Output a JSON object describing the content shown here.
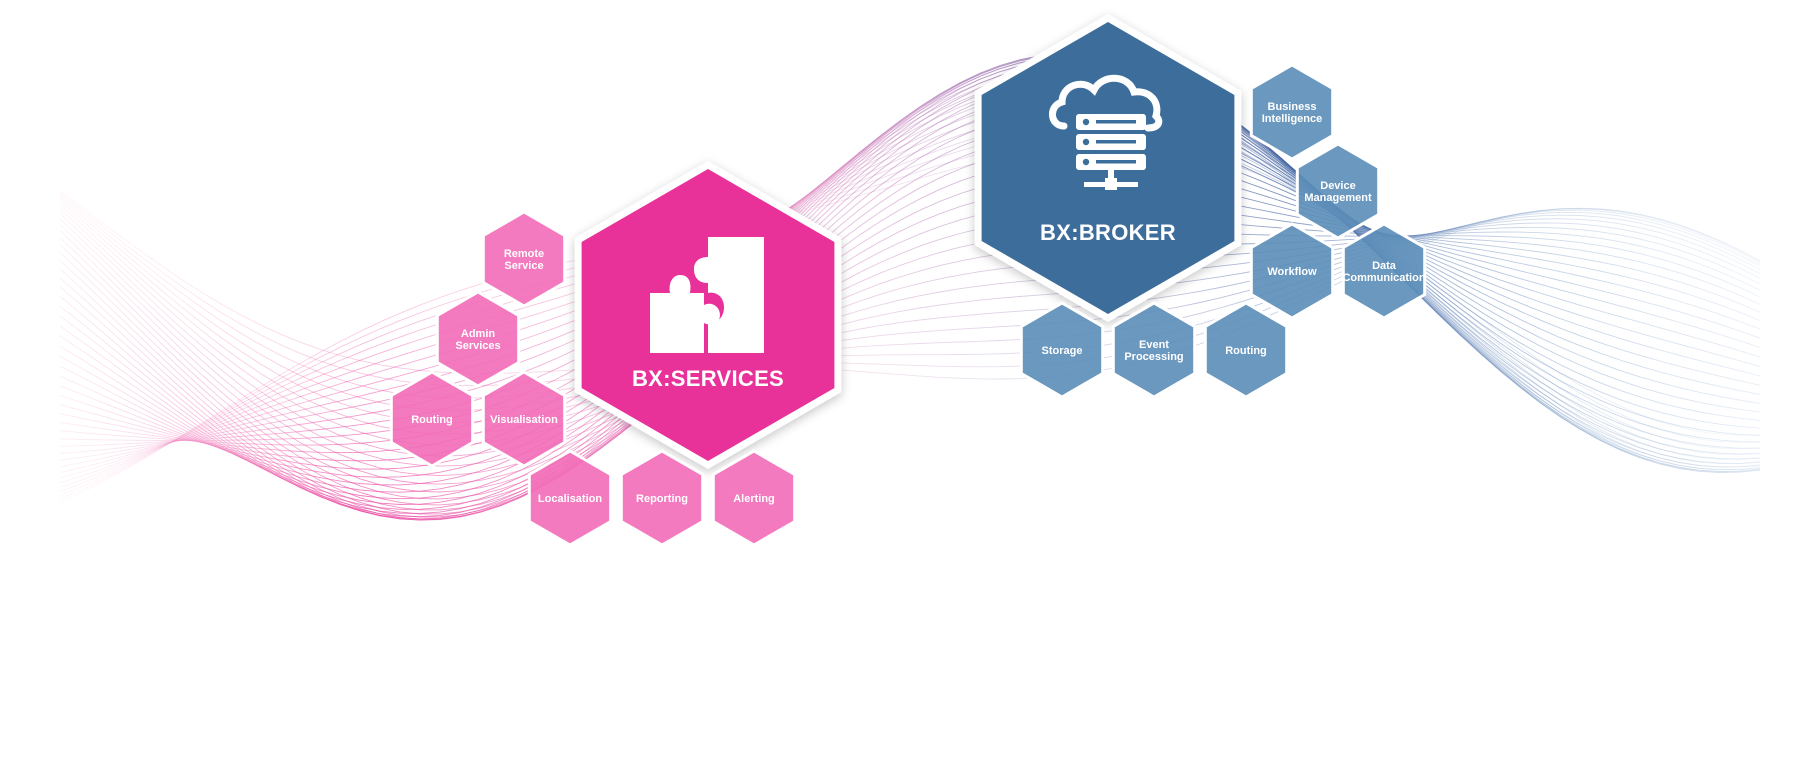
{
  "colors": {
    "pink_main": "#e8339a",
    "pink_small": "#f26cb7",
    "blue_main": "#3c6e9b",
    "blue_small": "#5b8db8",
    "stroke": "#ffffff"
  },
  "services": {
    "title": "BX:SERVICES",
    "icon": "puzzle-icon",
    "modules": [
      {
        "key": "remote-service",
        "lines": [
          "Remote",
          "Service"
        ]
      },
      {
        "key": "admin-services",
        "lines": [
          "Admin",
          "Services"
        ]
      },
      {
        "key": "routing",
        "lines": [
          "Routing"
        ]
      },
      {
        "key": "visualisation",
        "lines": [
          "Visualisation"
        ]
      },
      {
        "key": "localisation",
        "lines": [
          "Localisation"
        ]
      },
      {
        "key": "reporting",
        "lines": [
          "Reporting"
        ]
      },
      {
        "key": "alerting",
        "lines": [
          "Alerting"
        ]
      }
    ]
  },
  "broker": {
    "title": "BX:BROKER",
    "icon": "cloud-server-icon",
    "modules": [
      {
        "key": "business-intelligence",
        "lines": [
          "Business",
          "Intelligence"
        ]
      },
      {
        "key": "device-management",
        "lines": [
          "Device",
          "Management"
        ]
      },
      {
        "key": "workflow",
        "lines": [
          "Workflow"
        ]
      },
      {
        "key": "data-communication",
        "lines": [
          "Data",
          "Communication"
        ]
      },
      {
        "key": "storage",
        "lines": [
          "Storage"
        ]
      },
      {
        "key": "event-processing",
        "lines": [
          "Event",
          "Processing"
        ]
      },
      {
        "key": "routing",
        "lines": [
          "Routing"
        ]
      }
    ]
  }
}
